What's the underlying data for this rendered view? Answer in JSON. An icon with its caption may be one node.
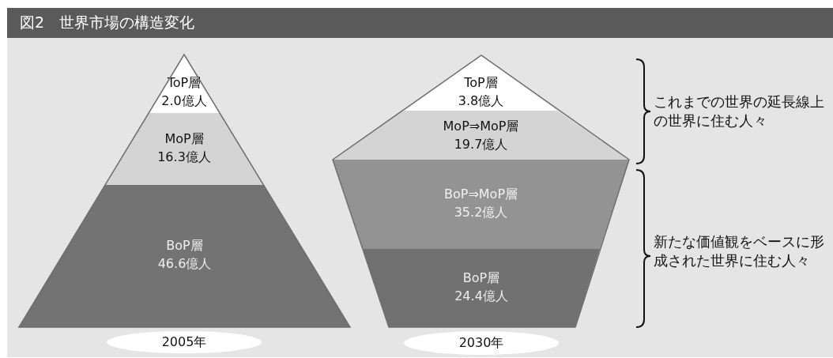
{
  "diagram": {
    "title": "図2　世界市場の構造変化",
    "nodes": [
      {
        "text": [
          "ToP層",
          "2.0億人"
        ]
      },
      {
        "text": [
          "MoP層",
          "16.3億人"
        ]
      },
      {
        "text": [
          "BoP層",
          "46.6億人"
        ]
      },
      {
        "text": [
          "2005年"
        ]
      },
      {
        "text": [
          "ToP層",
          "3.8億人"
        ]
      },
      {
        "text": [
          "MoP⇒MoP層",
          "19.7億人"
        ]
      },
      {
        "text": [
          "BoP⇒MoP層",
          "35.2億人"
        ]
      },
      {
        "text": [
          "BoP層",
          "24.4億人"
        ]
      },
      {
        "text": [
          "2030年"
        ]
      }
    ],
    "labels": [
      "これまでの世界の延長線上の世界に住む人々",
      "新たな価値観をベースに形成された世界に住む人々"
    ]
  }
}
